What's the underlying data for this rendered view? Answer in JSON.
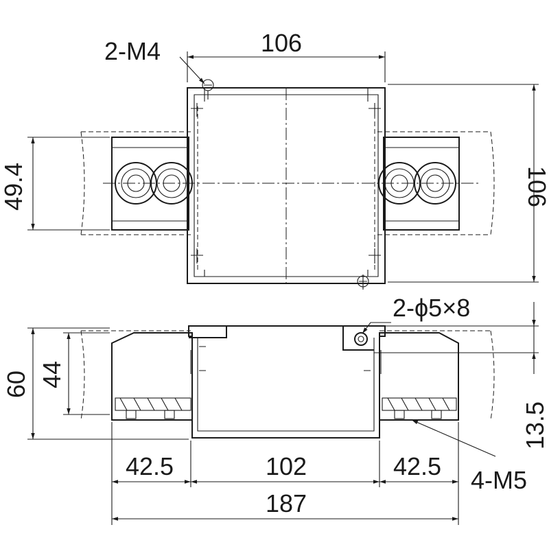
{
  "dimensions": {
    "top_width": "106",
    "top_height": "106",
    "terminal_height": "49.4",
    "screw_top": "2-M4",
    "slot_hole": "2-ϕ5×8",
    "total_height": "60",
    "inner_height": "44",
    "side_left": "42.5",
    "center_width": "102",
    "side_right": "42.5",
    "total_width": "187",
    "slot_offset": "13.5",
    "screw_bottom": "4-M5"
  },
  "colors": {
    "line": "#1a1a1a",
    "background": "#ffffff"
  }
}
